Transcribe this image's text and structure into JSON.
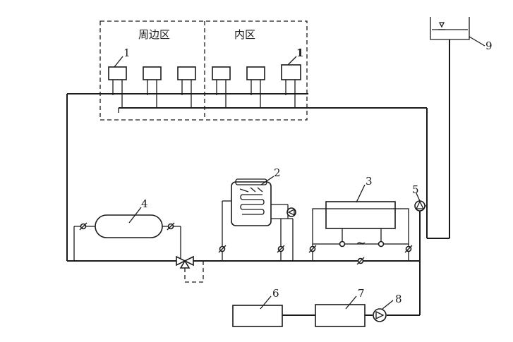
{
  "zones": {
    "peripheral": "周边区",
    "inner": "内区"
  },
  "labels": {
    "terminal_left": "1",
    "terminal_right": "1",
    "chiller": "2",
    "heater": "3",
    "storage_tank": "4",
    "circulation_pump": "5",
    "unit_6": "6",
    "unit_7": "7",
    "pump_8": "8",
    "expansion_tank": "9"
  },
  "symbols": {
    "ac_symbol": "~"
  },
  "colors": {
    "line": "#1a1a1a",
    "background": "#ffffff"
  }
}
